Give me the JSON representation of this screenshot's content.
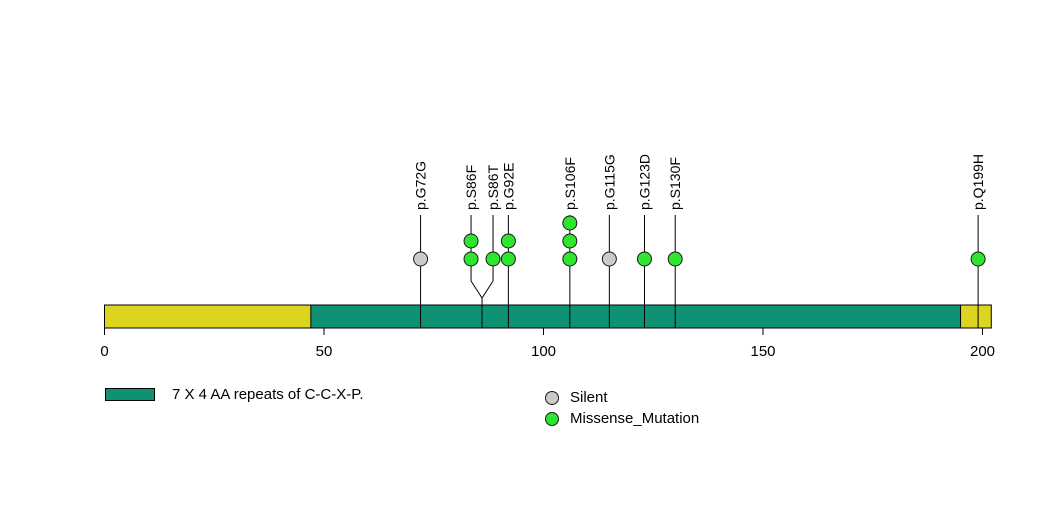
{
  "chart_data": {
    "type": "lollipop",
    "title": "",
    "xlabel": "",
    "ylabel": "",
    "xlim": [
      0,
      202
    ],
    "x_ticks": [
      0,
      50,
      100,
      150,
      200
    ],
    "protein": {
      "length": 202,
      "backbone_color": "#dcd41d",
      "domains": [
        {
          "label": "7 X 4 AA repeats of C-C-X-P.",
          "start": 47,
          "end": 195,
          "color": "#0e9274"
        }
      ]
    },
    "mutation_types": [
      {
        "name": "Silent",
        "color": "#cbcbcb"
      },
      {
        "name": "Missense_Mutation",
        "color": "#2ee62e"
      }
    ],
    "mutations": [
      {
        "label": "p.G72G",
        "position": 72,
        "count": 1,
        "type": "Silent"
      },
      {
        "label": "p.S86F",
        "position": 86,
        "count": 2,
        "type": "Missense_Mutation"
      },
      {
        "label": "p.S86T",
        "position": 86,
        "count": 1,
        "type": "Missense_Mutation"
      },
      {
        "label": "p.G92E",
        "position": 92,
        "count": 2,
        "type": "Missense_Mutation"
      },
      {
        "label": "p.S106F",
        "position": 106,
        "count": 3,
        "type": "Missense_Mutation"
      },
      {
        "label": "p.G115G",
        "position": 115,
        "count": 1,
        "type": "Silent"
      },
      {
        "label": "p.G123D",
        "position": 123,
        "count": 1,
        "type": "Missense_Mutation"
      },
      {
        "label": "p.S130F",
        "position": 130,
        "count": 1,
        "type": "Missense_Mutation"
      },
      {
        "label": "p.Q199H",
        "position": 199,
        "count": 1,
        "type": "Missense_Mutation"
      }
    ],
    "legend_position": "bottom",
    "grid": false
  }
}
